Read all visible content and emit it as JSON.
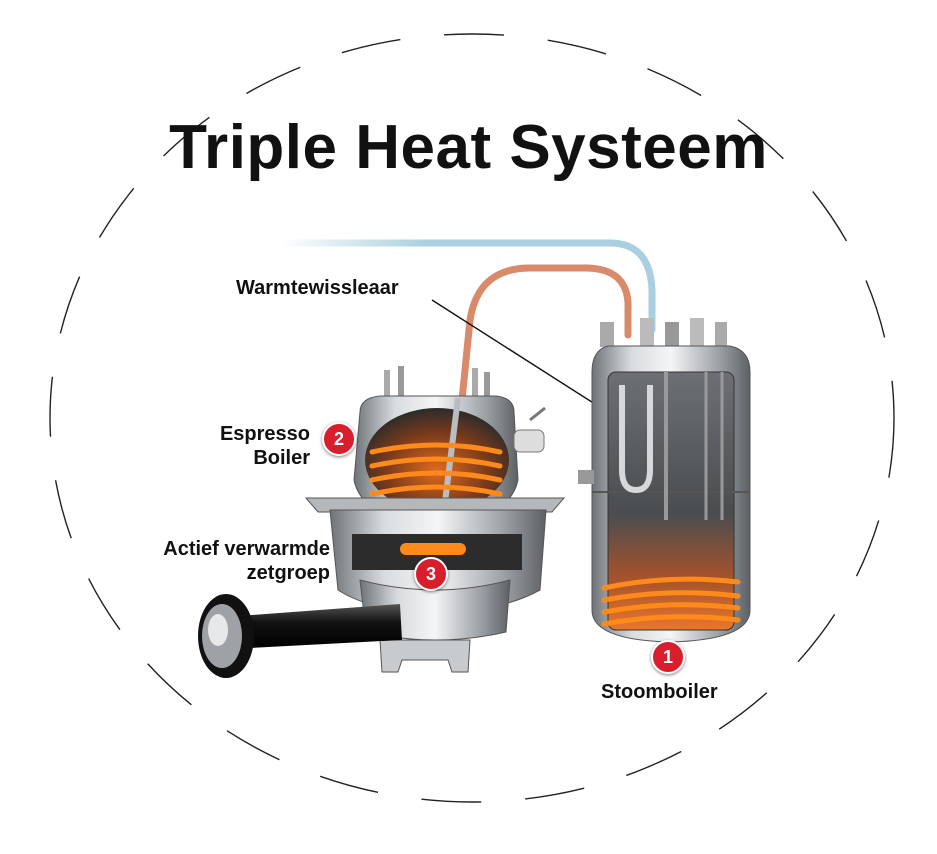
{
  "title": "Triple Heat Systeem",
  "labels": {
    "heat_exchanger": "Warmtewissleaar",
    "espresso_boiler_line1": "Espresso",
    "espresso_boiler_line2": "Boiler",
    "group_line1": "Actief verwarmde",
    "group_line2": "zetgroep",
    "steam_boiler": "Stoomboiler"
  },
  "badges": {
    "steam": "1",
    "espresso": "2",
    "group": "3"
  },
  "colors": {
    "badge": "#d81e2c",
    "heating_element": "#ff8a1c",
    "hot_pipe": "#d98a6a",
    "cold_pipe": "#a9cfe0",
    "steel": "#a7abb0"
  }
}
